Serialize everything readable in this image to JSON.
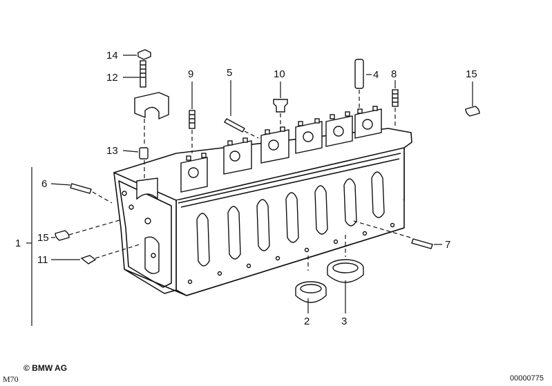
{
  "callouts": {
    "c1": "1",
    "c2": "2",
    "c3": "3",
    "c4": "4",
    "c5": "5",
    "c6": "6",
    "c7": "7",
    "c8": "8",
    "c9": "9",
    "c10": "10",
    "c11": "11",
    "c12": "12",
    "c13": "13",
    "c14": "14",
    "c15a": "15",
    "c15b": "15"
  },
  "footer": {
    "copyright": "© BMW AG",
    "model": "M70",
    "part_number": "00000775"
  }
}
